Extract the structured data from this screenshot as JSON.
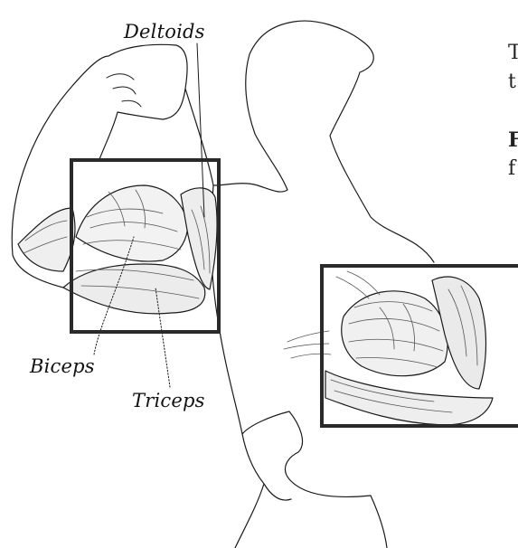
{
  "labels": {
    "deltoids": "Deltoids",
    "biceps": "Biceps",
    "triceps": "Triceps"
  },
  "cropped_text": [
    "T",
    "t",
    "F",
    "f"
  ],
  "colors": {
    "line": "#1a1a1a",
    "box_border": "#2a2a2a",
    "shading": "#9a9a9a"
  }
}
